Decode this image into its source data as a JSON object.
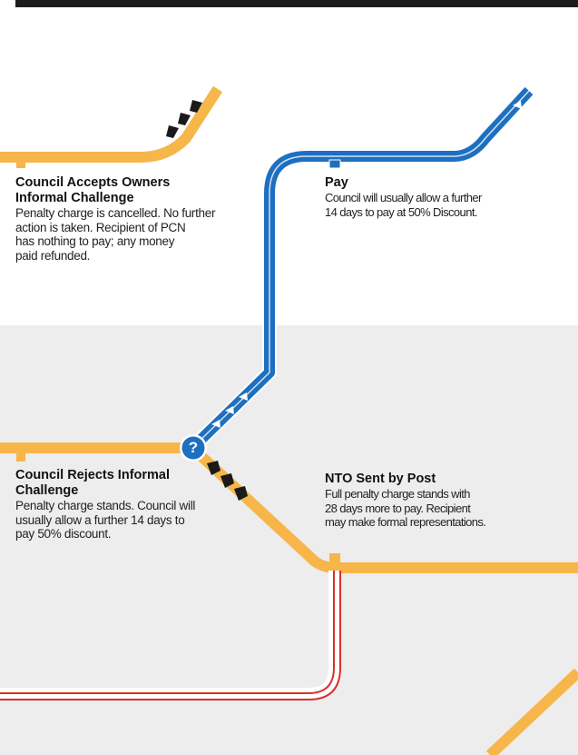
{
  "colors": {
    "orange_route": "#f6b64a",
    "blue_route": "#1e6fc0",
    "red_route": "#d8312c",
    "grey_band": "#ededed",
    "chevron_dark": "#1a1a1a"
  },
  "blocks": {
    "accept": {
      "title_line1": "Council Accepts Owners",
      "title_line2": "Informal Challenge",
      "body": [
        "Penalty charge is cancelled. No further",
        "action is taken. Recipient of PCN",
        "has nothing to pay; any money",
        "paid refunded."
      ]
    },
    "pay": {
      "title": "Pay",
      "body": [
        "Council will usually allow a further",
        "14 days to pay at 50% Discount."
      ]
    },
    "reject": {
      "title_line1": "Council Rejects Informal",
      "title_line2": "Challenge",
      "body": [
        "Penalty charge stands. Council will",
        "usually allow a further 14 days to",
        "pay 50% discount."
      ]
    },
    "nto": {
      "title": "NTO Sent by Post",
      "body": [
        "Full penalty charge stands with",
        "28 days more to pay. Recipient",
        "may make formal representations."
      ]
    }
  },
  "decision_marker": {
    "label": "?",
    "icon": "question-mark-icon"
  }
}
